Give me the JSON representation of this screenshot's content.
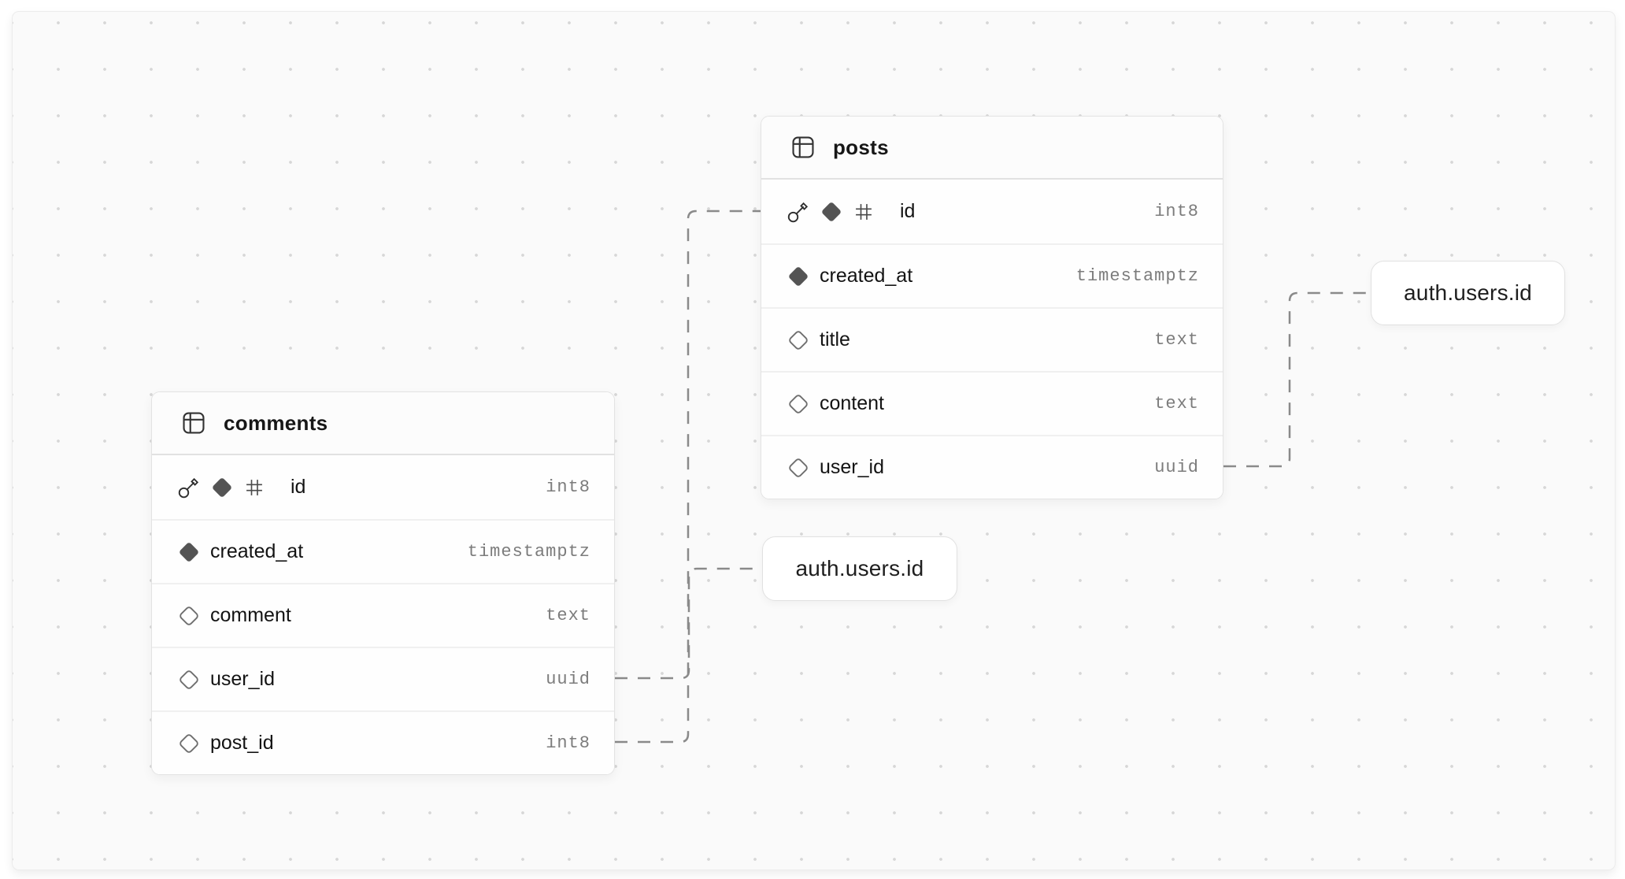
{
  "canvas": {
    "kind": "database schema diagram",
    "background": "#fafafa",
    "dot_grid_color": "#d7d7d7",
    "edge_color": "#8a8a8a",
    "edge_style": "dashed"
  },
  "tables": [
    {
      "name": "posts",
      "columns": [
        {
          "name": "id",
          "type": "int8",
          "flags": [
            "primary-key",
            "not-null",
            "identity"
          ]
        },
        {
          "name": "created_at",
          "type": "timestamptz",
          "flags": [
            "not-null"
          ]
        },
        {
          "name": "title",
          "type": "text",
          "flags": [
            "nullable"
          ]
        },
        {
          "name": "content",
          "type": "text",
          "flags": [
            "nullable"
          ]
        },
        {
          "name": "user_id",
          "type": "uuid",
          "flags": [
            "nullable"
          ]
        }
      ]
    },
    {
      "name": "comments",
      "columns": [
        {
          "name": "id",
          "type": "int8",
          "flags": [
            "primary-key",
            "not-null",
            "identity"
          ]
        },
        {
          "name": "created_at",
          "type": "timestamptz",
          "flags": [
            "not-null"
          ]
        },
        {
          "name": "comment",
          "type": "text",
          "flags": [
            "nullable"
          ]
        },
        {
          "name": "user_id",
          "type": "uuid",
          "flags": [
            "nullable"
          ]
        },
        {
          "name": "post_id",
          "type": "int8",
          "flags": [
            "nullable"
          ]
        }
      ]
    }
  ],
  "reference_nodes": [
    {
      "label": "auth.users.id",
      "position": "left"
    },
    {
      "label": "auth.users.id",
      "position": "right"
    }
  ],
  "relationships": [
    {
      "from": "comments.user_id",
      "to": "auth.users.id (left pill)"
    },
    {
      "from": "comments.post_id",
      "to": "posts.id"
    },
    {
      "from": "posts.user_id",
      "to": "auth.users.id (right pill)"
    }
  ],
  "icons": {
    "table": "table-grid-icon",
    "primary_key": "key-icon",
    "not_null": "filled-diamond-icon",
    "nullable": "outline-diamond-icon",
    "identity": "hash-icon"
  }
}
